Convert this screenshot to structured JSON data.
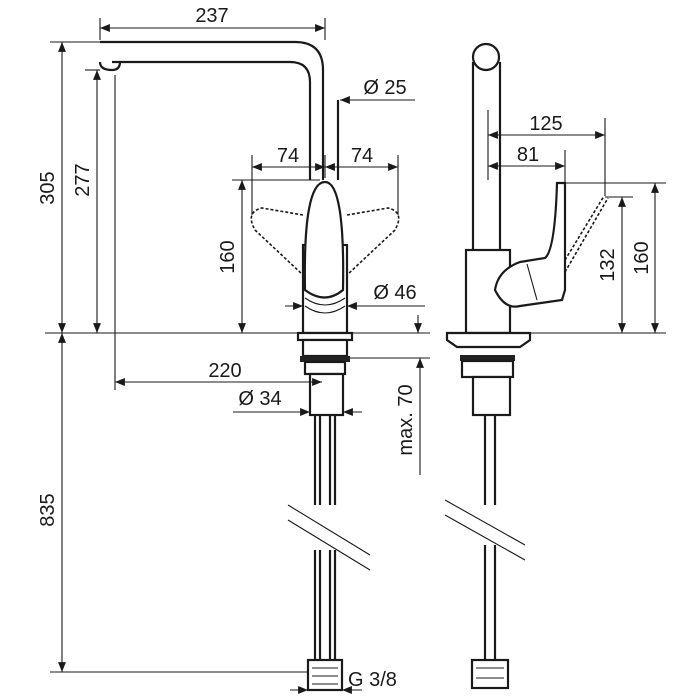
{
  "front_view": {
    "spout_reach": "237",
    "total_height": "305",
    "spout_height": "277",
    "spout_diameter": "Ø 25",
    "lever_left": "74",
    "lever_right": "74",
    "lever_height": "160",
    "body_diameter": "Ø 46",
    "outlet_offset": "220",
    "shank_diameter": "Ø 34",
    "max_deck": "max. 70",
    "hose_length": "835",
    "connection": "G 3/8"
  },
  "side_view": {
    "lever_reach_open": "125",
    "lever_reach": "81",
    "lever_height_open": "132",
    "lever_height": "160"
  }
}
